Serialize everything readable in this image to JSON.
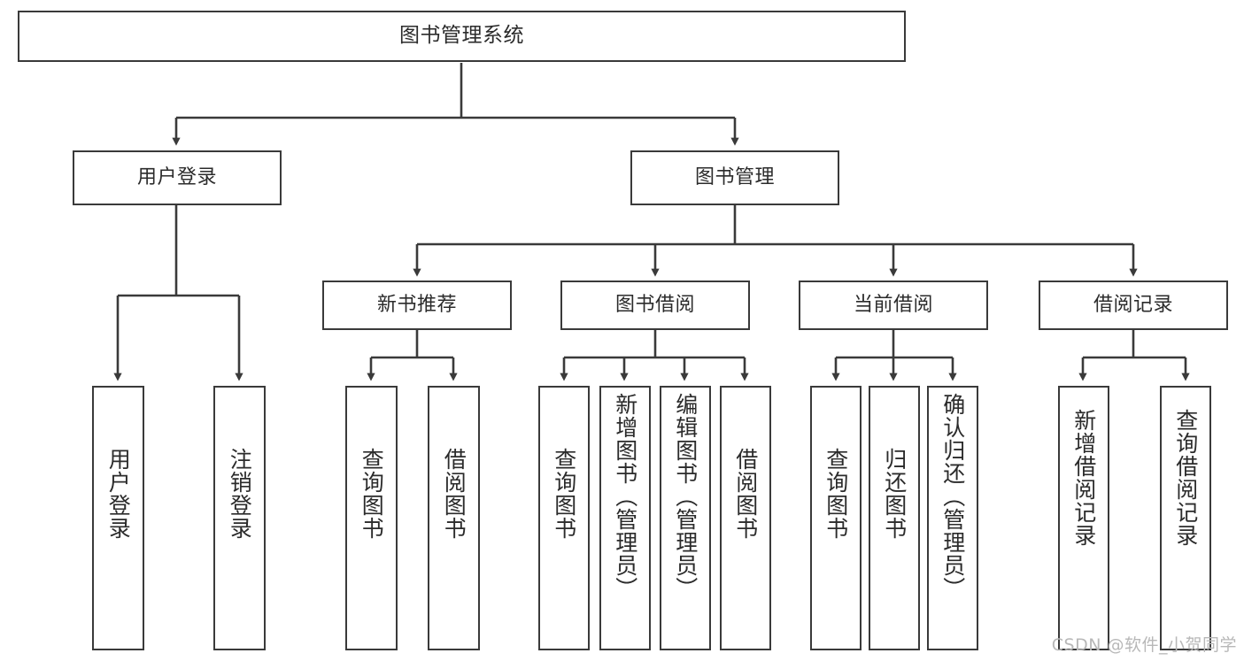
{
  "diagram": {
    "type": "tree-hierarchy",
    "title": "图书管理系统",
    "root": {
      "label": "图书管理系统"
    },
    "level1": [
      {
        "id": "user-login",
        "label": "用户登录"
      },
      {
        "id": "book-manage",
        "label": "图书管理"
      }
    ],
    "level2": [
      {
        "id": "new-book-rec",
        "label": "新书推荐",
        "parent": "book-manage"
      },
      {
        "id": "book-borrow",
        "label": "图书借阅",
        "parent": "book-manage"
      },
      {
        "id": "current-borrow",
        "label": "当前借阅",
        "parent": "book-manage"
      },
      {
        "id": "borrow-record",
        "label": "借阅记录",
        "parent": "book-manage"
      }
    ],
    "leaves": [
      {
        "id": "leaf-user-login",
        "label": "用户登录",
        "parent": "user-login",
        "short": true
      },
      {
        "id": "leaf-user-logout",
        "label": "注销登录",
        "parent": "user-login",
        "short": true
      },
      {
        "id": "leaf-rec-query",
        "label": "查询图书",
        "parent": "new-book-rec",
        "short": true
      },
      {
        "id": "leaf-rec-borrow",
        "label": "借阅图书",
        "parent": "new-book-rec",
        "short": true
      },
      {
        "id": "leaf-borrow-query",
        "label": "查询图书",
        "parent": "book-borrow",
        "short": true
      },
      {
        "id": "leaf-borrow-add",
        "label": "新增图书（管理员）",
        "parent": "book-borrow",
        "short": false
      },
      {
        "id": "leaf-borrow-edit",
        "label": "编辑图书（管理员）",
        "parent": "book-borrow",
        "short": false
      },
      {
        "id": "leaf-borrow-lend",
        "label": "借阅图书",
        "parent": "book-borrow",
        "short": true
      },
      {
        "id": "leaf-cur-query",
        "label": "查询图书",
        "parent": "current-borrow",
        "short": true
      },
      {
        "id": "leaf-cur-return",
        "label": "归还图书",
        "parent": "current-borrow",
        "short": true
      },
      {
        "id": "leaf-cur-confirm",
        "label": "确认归还（管理员）",
        "parent": "current-borrow",
        "short": false
      },
      {
        "id": "leaf-rec-add",
        "label": "新增借阅记录",
        "parent": "borrow-record",
        "short": false
      },
      {
        "id": "leaf-rec-query2",
        "label": "查询借阅记录",
        "parent": "borrow-record",
        "short": false
      }
    ]
  },
  "watermark": {
    "text": "CSDN @软件_小贺同学"
  },
  "colors": {
    "stroke": "#3a3a3a",
    "background": "#ffffff",
    "text": "#2b2b2b",
    "watermark": "#b8b8b8"
  }
}
